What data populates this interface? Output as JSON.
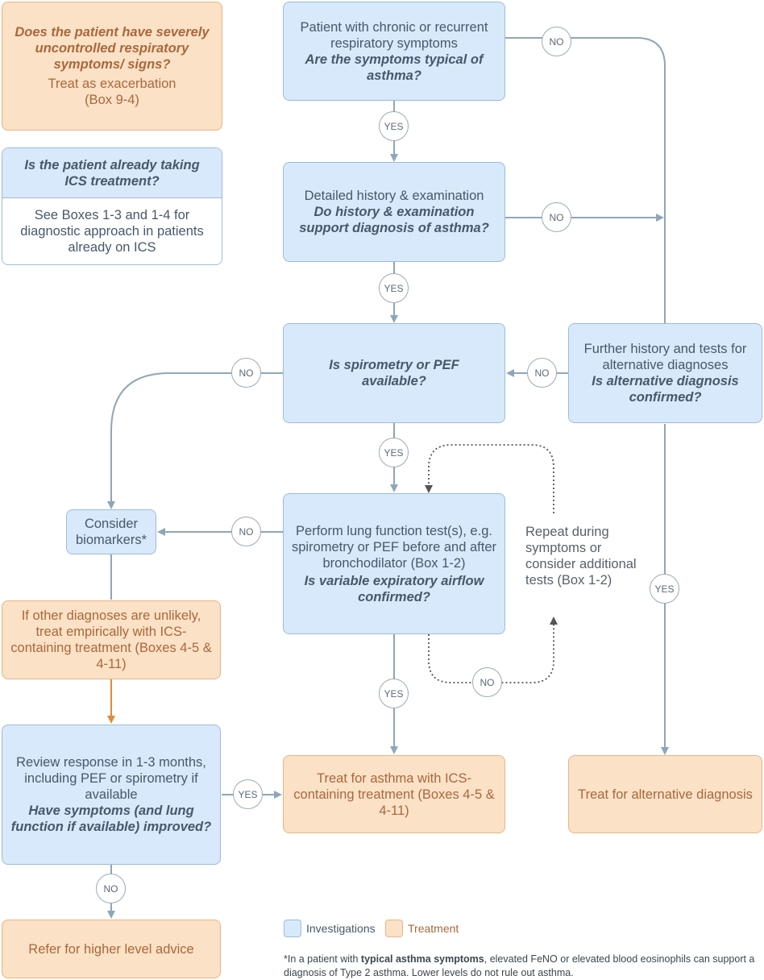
{
  "boxes": {
    "severe": {
      "question": "Does the patient have severely uncontrolled respiratory symptoms/ signs?",
      "text": "Treat as exacerbation",
      "ref": "(Box 9-4)"
    },
    "ics": {
      "question": "Is the patient already taking ICS treatment?",
      "text": "See Boxes 1-3 and 1-4 for diagnostic approach in patients already on ICS"
    },
    "patient": {
      "text": "Patient with chronic or recurrent respiratory symptoms",
      "question": "Are the symptoms typical of asthma?"
    },
    "history": {
      "text": "Detailed history & examination",
      "question": "Do history & examination support diagnosis of asthma?"
    },
    "spirometry": {
      "question": "Is spirometry or PEF available?"
    },
    "further": {
      "text": "Further history and tests for alternative diagnoses",
      "question": "Is alternative diagnosis confirmed?"
    },
    "biomarkers": {
      "text": "Consider biomarkers*"
    },
    "lungfunction": {
      "text": "Perform lung function test(s), e.g. spirometry or PEF before and after bronchodilator (Box 1-2)",
      "question": "Is variable expiratory airflow confirmed?"
    },
    "repeat": {
      "text": "Repeat during symptoms or consider additional tests (Box 1-2)"
    },
    "empirical": {
      "text": "If other diagnoses are unlikely, treat empirically with ICS-containing treatment (Boxes 4-5 & 4-11)"
    },
    "review": {
      "text": "Review response in 1-3 months, including PEF or spirometry if available",
      "question": "Have symptoms (and lung function if available) improved?"
    },
    "treat_asthma": {
      "text": "Treat for asthma with ICS-containing treatment (Boxes 4-5 & 4-11)"
    },
    "treat_alt": {
      "text": "Treat for alternative diagnosis"
    },
    "refer": {
      "text": "Refer for higher level advice"
    }
  },
  "badges": {
    "yes": "YES",
    "no": "NO"
  },
  "legend": {
    "investigations": "Investigations",
    "treatment": "Treatment"
  },
  "footnote": {
    "prefix": "*In a patient with ",
    "bold": "typical asthma symptoms",
    "rest": ", elevated FeNO or elevated blood eosinophils can support a diagnosis of Type 2 asthma. Lower levels do not rule out asthma."
  },
  "colors": {
    "investigation_fill": "#d8e9fb",
    "investigation_border": "#9cbcd8",
    "treatment_fill": "#fbe1c6",
    "treatment_border": "#e9b583",
    "connector": "#8fa6b8",
    "treatment_connector": "#e08a3c"
  }
}
